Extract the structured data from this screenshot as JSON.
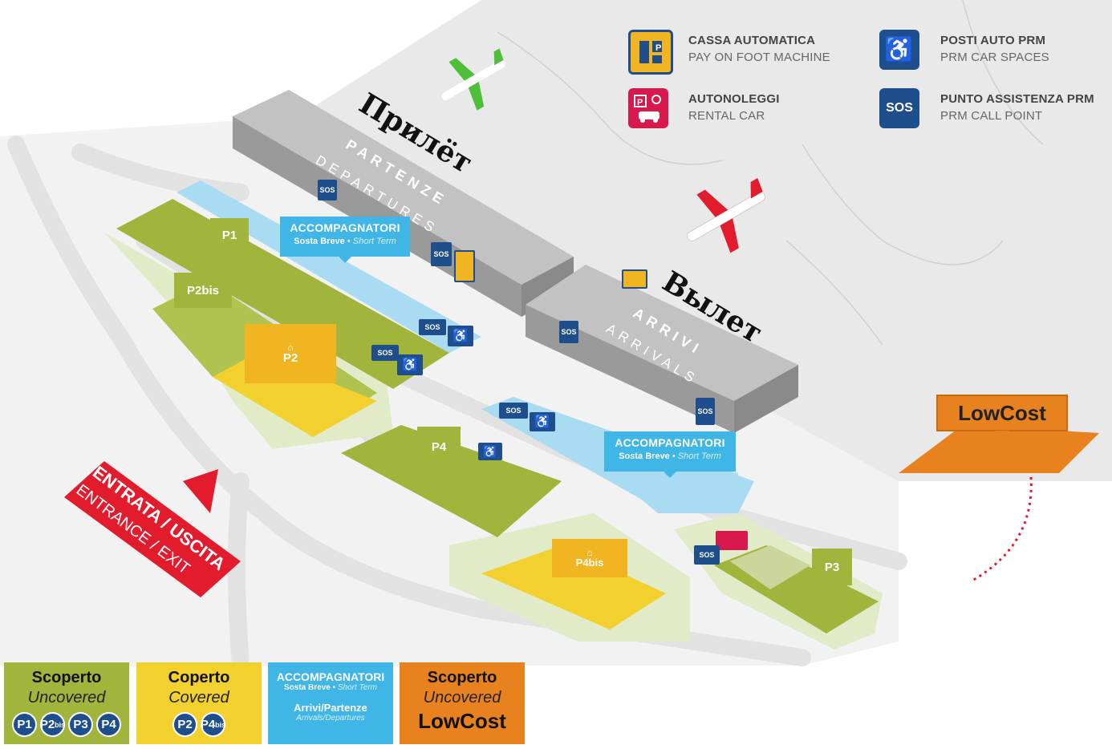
{
  "legend_top": {
    "pay_on_foot": {
      "title": "CASSA AUTOMATICA",
      "subtitle": "PAY ON FOOT MACHINE",
      "icon": "parking-pay-machine-icon"
    },
    "rental_car": {
      "title": "AUTONOLEGGI",
      "subtitle": "RENTAL CAR",
      "icon": "rental-car-icon"
    },
    "prm_spaces": {
      "title": "POSTI AUTO PRM",
      "subtitle": "PRM CAR SPACES",
      "icon": "wheelchair-icon"
    },
    "prm_call": {
      "title": "PUNTO ASSISTENZA PRM",
      "subtitle": "PRM CALL POINT",
      "icon_text": "SOS"
    }
  },
  "annotations": {
    "departures_ru": "Прилёт",
    "arrivals_ru": "Вылет"
  },
  "buildings": {
    "departures": {
      "line1": "PARTENZE",
      "line2": "DEPARTURES"
    },
    "arrivals": {
      "line1": "ARRIVI",
      "line2": "ARRIVALS"
    }
  },
  "parking_pins": {
    "p1": "P1",
    "p2bis": "P2bis",
    "p2": "P2",
    "p4": "P4",
    "p4bis": "P4bis",
    "p3": "P3",
    "lowcost": "LowCost"
  },
  "accompagnatori_pins": [
    {
      "title": "ACCOMPAGNATORI",
      "sub_a": "Sosta Breve",
      "sub_sep": " • ",
      "sub_b": "Short Term"
    },
    {
      "title": "ACCOMPAGNATORI",
      "sub_a": "Sosta Breve",
      "sub_sep": " • ",
      "sub_b": "Short Term"
    }
  ],
  "sos_label": "SOS",
  "entrance": {
    "line1": "ENTRATA / USCITA",
    "line2": "ENTRANCE / EXIT"
  },
  "legend_bottom": {
    "uncovered": {
      "title": "Scoperto",
      "subtitle": "Uncovered",
      "chips": [
        "P1",
        "P2",
        "P3",
        "P4"
      ],
      "chip_sups": [
        "",
        "bis",
        "",
        ""
      ]
    },
    "covered": {
      "title": "Coperto",
      "subtitle": "Covered",
      "chips": [
        "P2",
        "P4"
      ],
      "chip_sups": [
        "",
        "bis"
      ]
    },
    "accompagnatori": {
      "title": "ACCOMPAGNATORI",
      "sub_a": "Sosta Breve",
      "sub_sep": " • ",
      "sub_b": "Short Term",
      "line3": "Arrivi/Partenze",
      "line4": "Arrivals/Departures"
    },
    "lowcost": {
      "title": "Scoperto",
      "subtitle": "Uncovered",
      "brand": "LowCost"
    }
  },
  "colors": {
    "green": "#a1b53c",
    "yellow": "#f2d02e",
    "blue": "#3fb6e6",
    "orange": "#e8821e",
    "navy": "#1e4f8c",
    "red": "#e21b2d",
    "apron": "#e8e8e8"
  }
}
